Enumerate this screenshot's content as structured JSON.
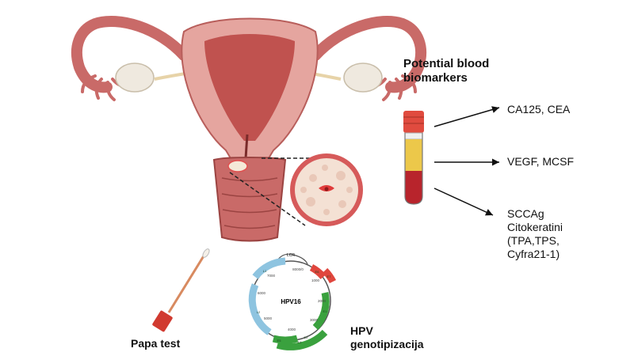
{
  "blood": {
    "title": "Potential blood biomarkers",
    "markers": [
      {
        "text": "CA125, CEA"
      },
      {
        "text": "VEGF, MCSF"
      },
      {
        "lines": [
          "SCCAg",
          "Citokeratini",
          "(TPA,TPS,",
          "Cyfra21-1)"
        ]
      }
    ]
  },
  "papa_label": "Papa test",
  "hpv_label": "HPV genotipizacija",
  "plasmid": {
    "name": "HPV16",
    "lcr": "LCR",
    "ticks": [
      "8000/0",
      "1000",
      "2000",
      "3000",
      "4000",
      "5000",
      "6000",
      "7000"
    ],
    "genes": [
      "E6",
      "E7",
      "E1",
      "E2",
      "E4",
      "E5",
      "L2",
      "L1"
    ]
  },
  "colors": {
    "uterus_wall": "#e5a59f",
    "uterus_inner": "#c0524f",
    "ovary": "#efe9df",
    "tube_cap": "#e04b3f",
    "serum": "#ecc84a",
    "blood": "#b8242c",
    "early_genes": "#e0463d",
    "e_genes_green": "#3aa13e",
    "late_genes_blue": "#8ec4e0"
  }
}
